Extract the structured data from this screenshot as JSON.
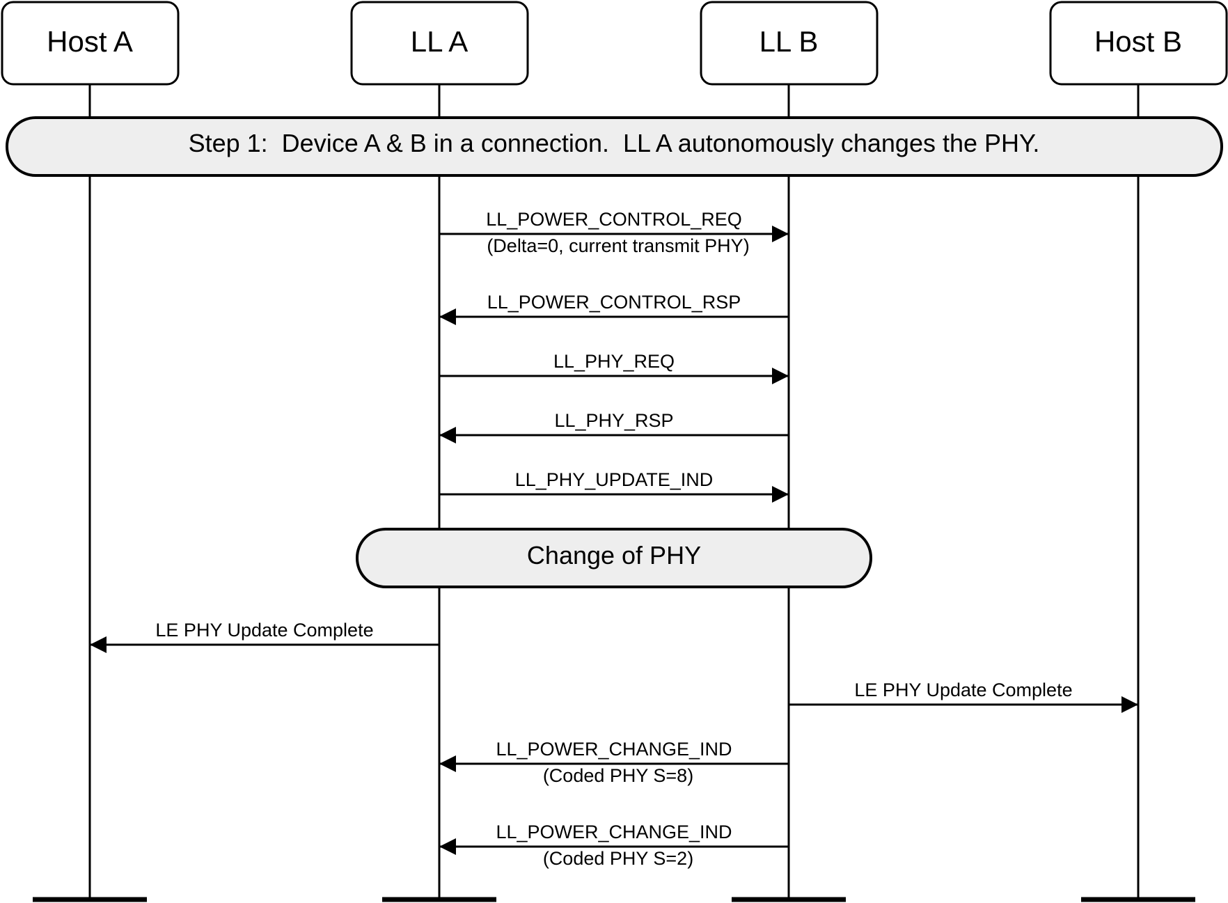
{
  "lifelines": [
    {
      "id": "host-a",
      "label": "Host A"
    },
    {
      "id": "ll-a",
      "label": "LL A"
    },
    {
      "id": "ll-b",
      "label": "LL B"
    },
    {
      "id": "host-b",
      "label": "Host B"
    }
  ],
  "banners": [
    {
      "id": "step1",
      "text": "Step 1:  Device A & B in a connection.  LL A autonomously changes the PHY."
    },
    {
      "id": "change-phy",
      "text": "Change of PHY"
    }
  ],
  "messages": [
    {
      "id": "m1",
      "from": "ll-a",
      "to": "ll-b",
      "label": "LL_POWER_CONTROL_REQ",
      "sublabel": "(Delta=0, current transmit PHY)"
    },
    {
      "id": "m2",
      "from": "ll-b",
      "to": "ll-a",
      "label": "LL_POWER_CONTROL_RSP"
    },
    {
      "id": "m3",
      "from": "ll-a",
      "to": "ll-b",
      "label": "LL_PHY_REQ"
    },
    {
      "id": "m4",
      "from": "ll-b",
      "to": "ll-a",
      "label": "LL_PHY_RSP"
    },
    {
      "id": "m5",
      "from": "ll-a",
      "to": "ll-b",
      "label": "LL_PHY_UPDATE_IND"
    },
    {
      "id": "m6",
      "from": "ll-a",
      "to": "host-a",
      "label": "LE PHY Update Complete"
    },
    {
      "id": "m7",
      "from": "ll-b",
      "to": "host-b",
      "label": "LE PHY Update Complete"
    },
    {
      "id": "m8",
      "from": "ll-b",
      "to": "ll-a",
      "label": "LL_POWER_CHANGE_IND",
      "sublabel": "(Coded PHY S=8)"
    },
    {
      "id": "m9",
      "from": "ll-b",
      "to": "ll-a",
      "label": "LL_POWER_CHANGE_IND",
      "sublabel": "(Coded PHY S=2)"
    }
  ],
  "colors": {
    "stroke": "#000000",
    "banner_fill": "#eeeeee",
    "box_fill": "#ffffff"
  }
}
